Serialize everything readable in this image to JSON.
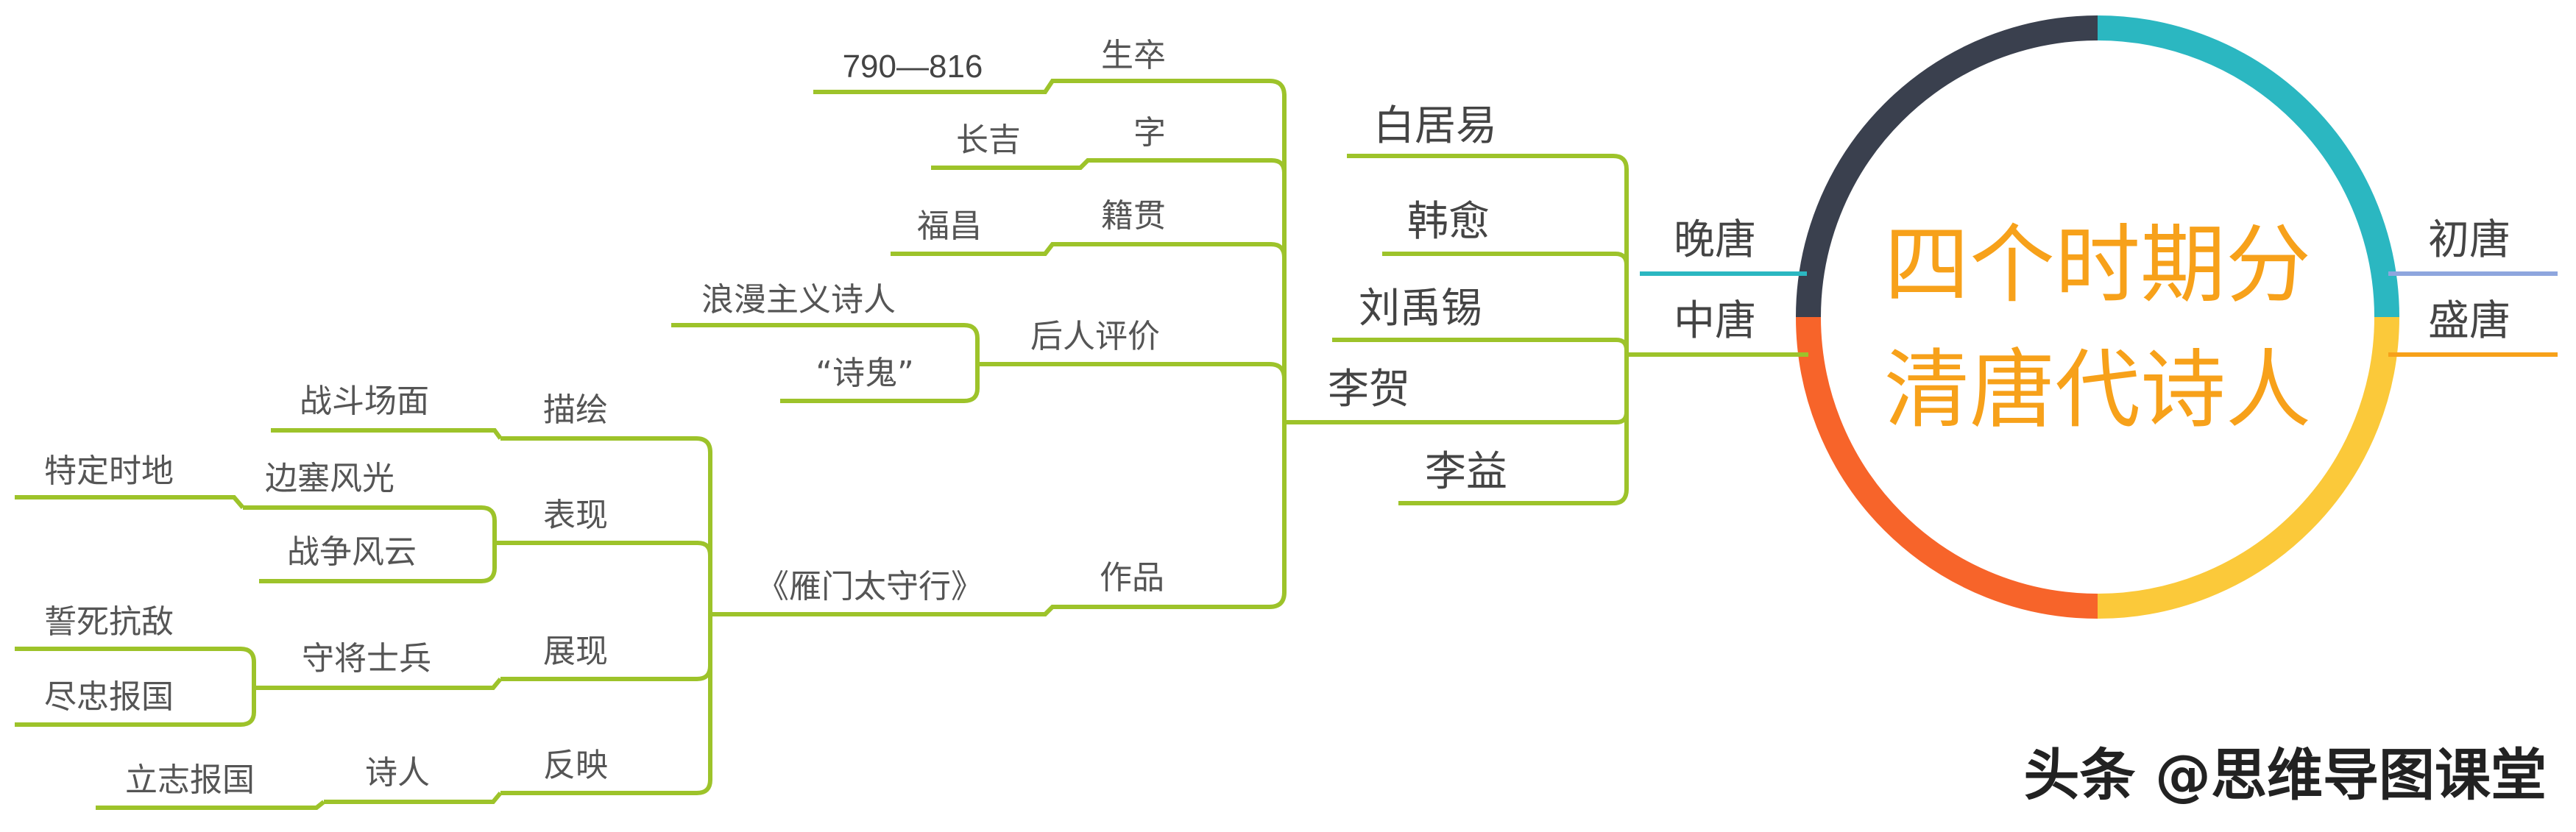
{
  "center": {
    "line1": "四个时期分",
    "line2": "清唐代诗人",
    "title_color": "#F7A11A",
    "ring_colors": {
      "teal": "#2BB7C1",
      "yellow": "#FBC93A",
      "orange": "#F7642A",
      "dark": "#3A404E"
    }
  },
  "periods": {
    "chu": "初唐",
    "sheng": "盛唐",
    "wan": "晚唐",
    "zhong": "中唐"
  },
  "poets": {
    "bai": "白居易",
    "han": "韩愈",
    "liu": "刘禹锡",
    "li_he": "李贺",
    "li_yi": "李益"
  },
  "li_he": {
    "shengzu": "生卒",
    "shengzu_value": "790—816",
    "zi": "字",
    "zi_value": "长吉",
    "jiguan": "籍贯",
    "jiguan_value": "福昌",
    "pingjia": "后人评价",
    "pingjia_1": "浪漫主义诗人",
    "pingjia_2": "“诗鬼”",
    "zuopin": "作品",
    "work": "《雁门太守行》"
  },
  "work_detail": {
    "miaohui": "描绘",
    "zhandou": "战斗场面",
    "biaoxian": "表现",
    "biansai": "边塞风光",
    "zhanzheng": "战争风云",
    "teding": "特定时地",
    "zhanxian": "展现",
    "shoujiang": "守将士兵",
    "shisi": "誓死抗敌",
    "jinzhong": "尽忠报国",
    "fanying": "反映",
    "shiren": "诗人",
    "lizhi": "立志报国"
  },
  "line_colors": {
    "green": "#9DC32A",
    "blue_line": "#8EA6DE",
    "orange_line": "#F7A11A",
    "teal_line": "#2BB7C1"
  },
  "watermark": "头条 @思维导图课堂"
}
